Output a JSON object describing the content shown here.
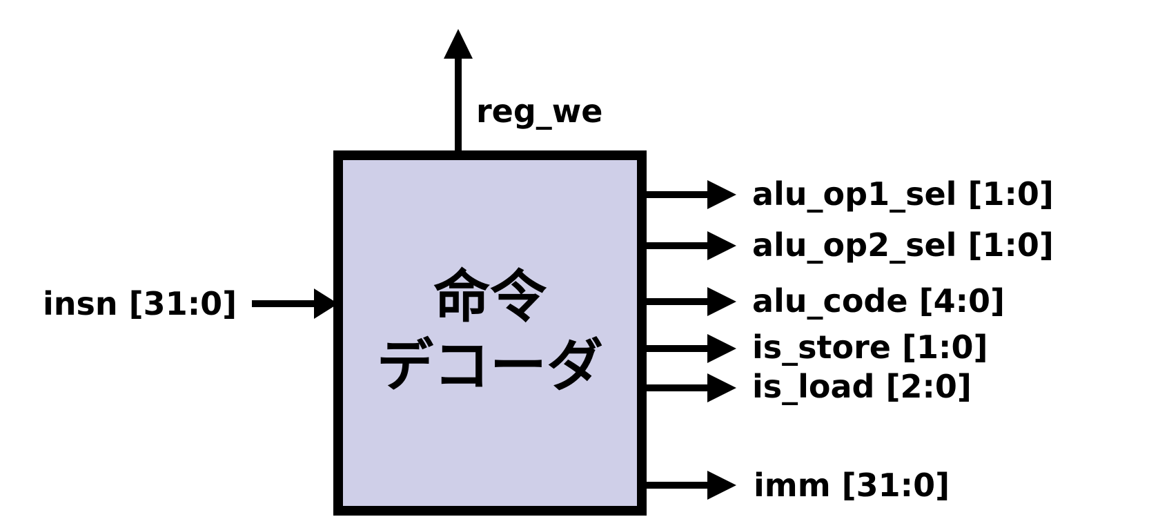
{
  "block": {
    "title_line1": "命令",
    "title_line2": "デコーダ",
    "fill_color": "#cfcfe8",
    "border_color": "#000000"
  },
  "input": {
    "label": "insn [31:0]"
  },
  "top_output": {
    "label": "reg_we"
  },
  "outputs": [
    {
      "label": "alu_op1_sel [1:0]"
    },
    {
      "label": "alu_op2_sel [1:0]"
    },
    {
      "label": "alu_code [4:0]"
    },
    {
      "label": "is_store [1:0]"
    },
    {
      "label": "is_load [2:0]"
    },
    {
      "label": "imm [31:0]"
    }
  ]
}
